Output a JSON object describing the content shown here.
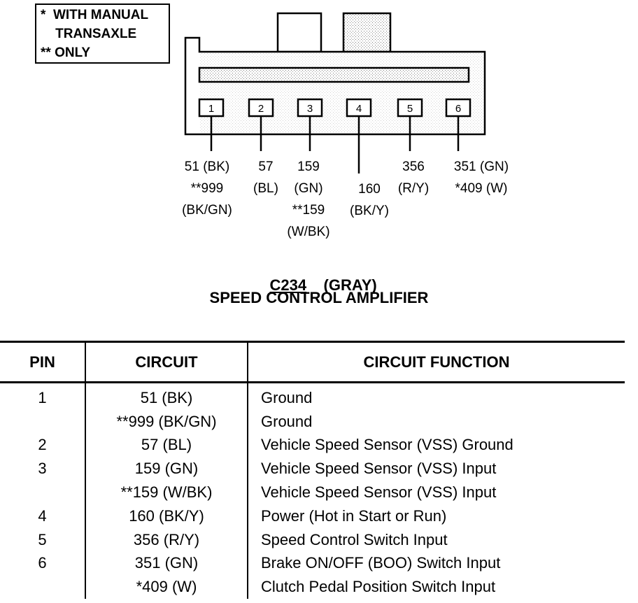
{
  "note": {
    "line1": "*  WITH MANUAL",
    "line2": "    TRANSAXLE",
    "line3": "** ONLY"
  },
  "pins": [
    "1",
    "2",
    "3",
    "4",
    "5",
    "6"
  ],
  "wire_labels": [
    {
      "lines": [
        "51 (BK)",
        "**999",
        "(BK/GN)"
      ]
    },
    {
      "lines": [
        "57",
        "(BL)"
      ]
    },
    {
      "lines": [
        "159",
        "(GN)",
        "**159",
        "(W/BK)"
      ]
    },
    {
      "lines": [
        "160",
        "(BK/Y)"
      ]
    },
    {
      "lines": [
        "356",
        "(R/Y)"
      ]
    },
    {
      "lines": [
        "351 (GN)",
        "*409 (W)"
      ]
    }
  ],
  "connector": {
    "id": "C234",
    "color": "(GRAY)",
    "name": "SPEED CONTROL AMPLIFIER"
  },
  "table": {
    "headers": {
      "pin": "PIN",
      "circuit": "CIRCUIT",
      "function": "CIRCUIT FUNCTION"
    },
    "rows": [
      {
        "pin": "1",
        "circuit": "51 (BK)",
        "function": "Ground"
      },
      {
        "pin": "",
        "circuit": "**999 (BK/GN)",
        "function": "Ground"
      },
      {
        "pin": "2",
        "circuit": "57 (BL)",
        "function": "Vehicle Speed Sensor (VSS) Ground"
      },
      {
        "pin": "3",
        "circuit": "159 (GN)",
        "function": "Vehicle Speed Sensor (VSS) Input"
      },
      {
        "pin": "",
        "circuit": "**159 (W/BK)",
        "function": "Vehicle Speed Sensor (VSS) Input"
      },
      {
        "pin": "4",
        "circuit": "160 (BK/Y)",
        "function": "Power (Hot in Start or Run)"
      },
      {
        "pin": "5",
        "circuit": "356 (R/Y)",
        "function": "Speed Control Switch Input"
      },
      {
        "pin": "6",
        "circuit": "351 (GN)",
        "function": "Brake ON/OFF (BOO) Switch Input"
      },
      {
        "pin": "",
        "circuit": "*409 (W)",
        "function": "Clutch Pedal Position Switch Input"
      }
    ]
  }
}
